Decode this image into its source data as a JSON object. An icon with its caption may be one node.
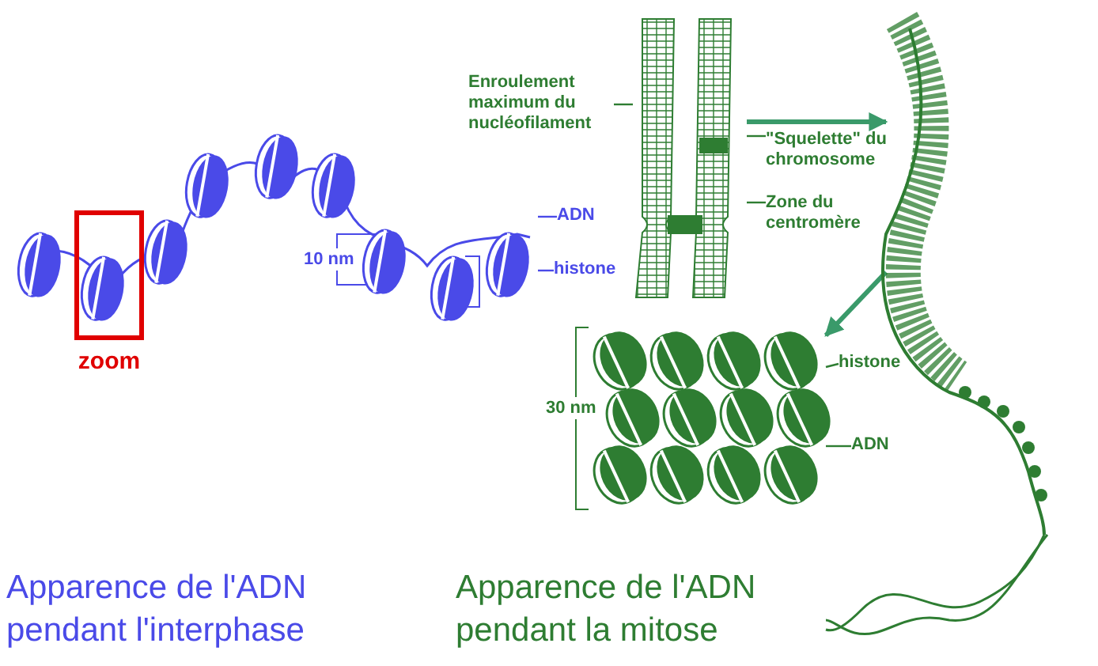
{
  "diagram": {
    "nodes": [
      {
        "text": [],
        "shape": "picture"
      },
      {
        "text": [
          "zoom"
        ]
      },
      {
        "text": [
          "ADN"
        ]
      },
      {
        "text": [
          "histone"
        ]
      },
      {
        "text": [],
        "shape": "picture"
      },
      {
        "text": [
          "Enroulement maximum du nucléofilament"
        ]
      },
      {
        "text": [
          "\"Squelette\" du chromosome"
        ]
      },
      {
        "text": [
          "Zone du centromère"
        ]
      },
      {
        "text": [],
        "shape": "picture"
      },
      {
        "text": [],
        "shape": "picture"
      },
      {
        "text": [
          "histone"
        ]
      },
      {
        "text": [
          "ADN"
        ]
      }
    ],
    "edges": [
      {
        "from": 2,
        "to": 0,
        "arrow": "none",
        "color": "#4a4ae8"
      },
      {
        "from": 3,
        "to": 0,
        "arrow": "none",
        "color": "#4a4ae8"
      },
      {
        "from": 5,
        "to": 4,
        "arrow": "none"
      },
      {
        "from": 6,
        "to": 4,
        "arrow": "none"
      },
      {
        "from": 7,
        "to": 4,
        "arrow": "none"
      },
      {
        "from": 4,
        "to": 8,
        "arrow": "to",
        "style": "thick",
        "color": "#3a9a6a"
      },
      {
        "from": 8,
        "to": 9,
        "arrow": "to",
        "style": "thick",
        "color": "#3a9a6a"
      },
      {
        "from": 10,
        "to": 9,
        "arrow": "none"
      },
      {
        "from": 11,
        "to": 9,
        "arrow": "none"
      }
    ],
    "labels": [
      "10 nm",
      "30 nm",
      "Apparence de l'ADN pendant l'interphase",
      "Apparence de l'ADN pendant la mitose"
    ]
  }
}
